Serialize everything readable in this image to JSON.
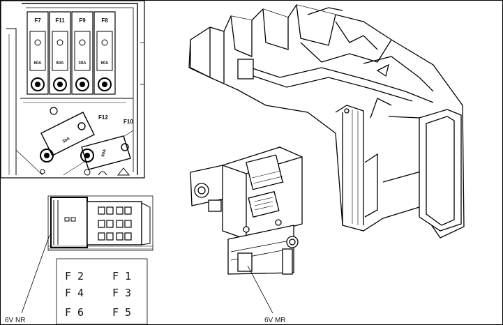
{
  "fuse_box_detail": {
    "top_fuses": [
      {
        "label": "F7",
        "rating": "60A"
      },
      {
        "label": "F11",
        "rating": "60A"
      },
      {
        "label": "F9",
        "rating": "30A"
      },
      {
        "label": "F8",
        "rating": "60A"
      }
    ],
    "side_fuses": [
      {
        "label": "F12",
        "rating": "30A"
      },
      {
        "label": "F10",
        "rating": "60A"
      }
    ]
  },
  "connector_grid": {
    "rows": [
      [
        "F 2",
        "F 1"
      ],
      [
        "F 4",
        "F 3"
      ],
      [
        "F 6",
        "F 5"
      ]
    ]
  },
  "captions": {
    "nr": "6V NR",
    "mr": "6V MR"
  }
}
